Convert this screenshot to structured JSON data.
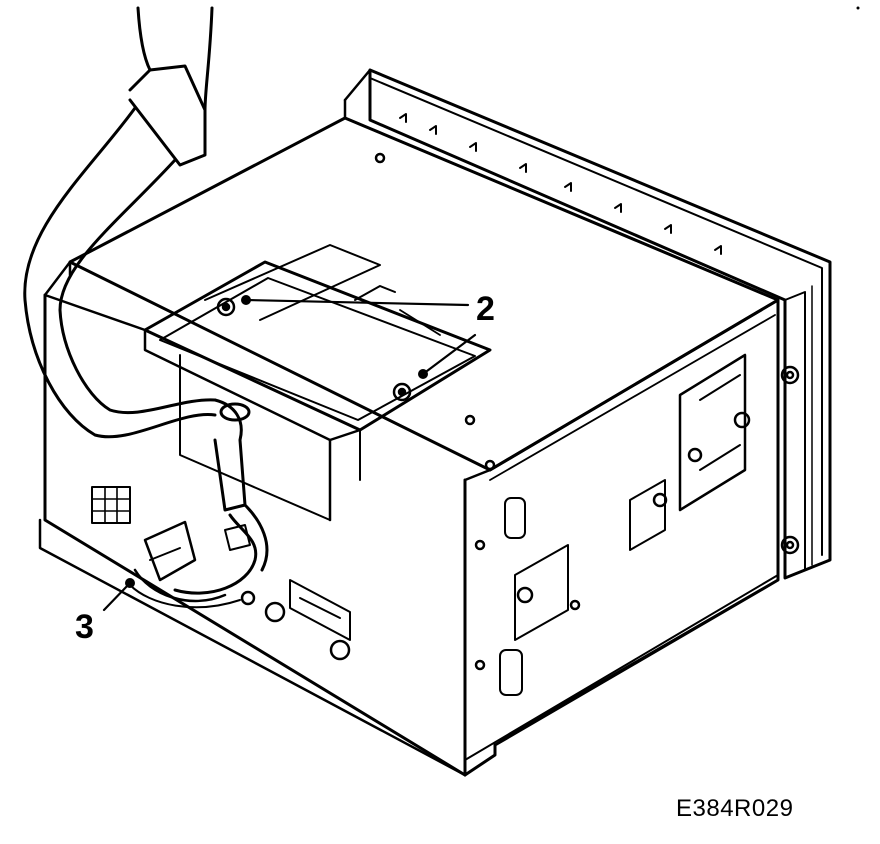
{
  "callouts": {
    "label_2": "2",
    "label_3": "3"
  },
  "figure_code": "E384R029",
  "colors": {
    "line": "#000000",
    "background": "#ffffff"
  }
}
